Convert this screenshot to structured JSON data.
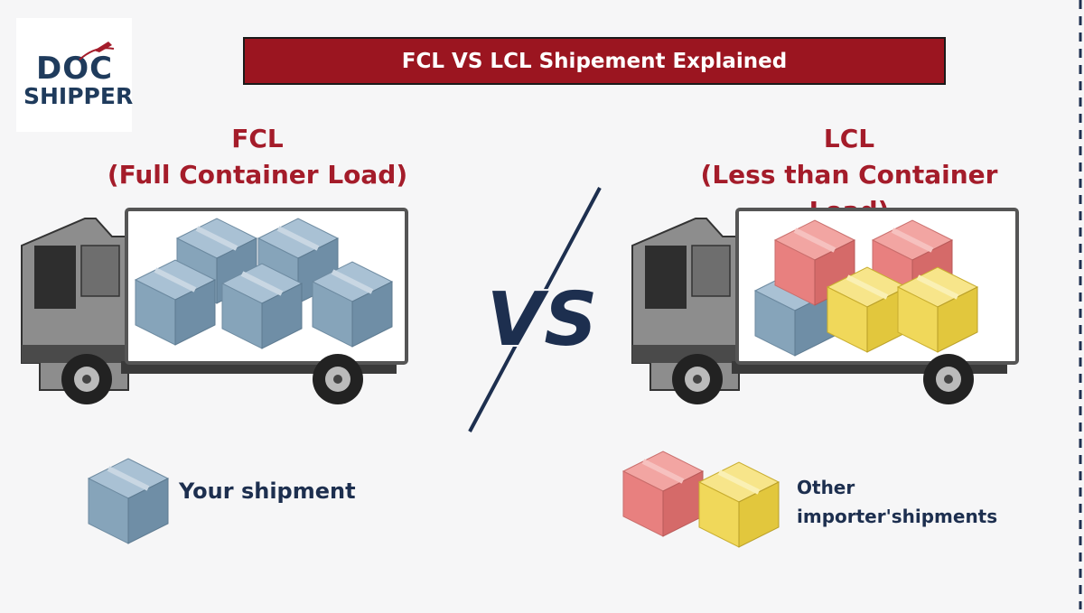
{
  "title": "FCL VS LCL Shipement Explained",
  "logo": {
    "line1": "DOC",
    "line2": "SHIPPER"
  },
  "fcl": {
    "abbr": "FCL",
    "full": "(Full Container Load)"
  },
  "lcl": {
    "abbr": "LCL",
    "full": "(Less than Container Load)"
  },
  "vs_text": "VS",
  "legend": {
    "own": "Your shipment",
    "others_line1": "Other",
    "others_line2": "importer'shipments"
  },
  "colors": {
    "title_bg": "#9b1520",
    "heading": "#a41c2a",
    "navy": "#1d2f4f",
    "box_blue": "#7f9fb6",
    "box_red": "#e8807f",
    "box_yellow": "#f0d85a"
  }
}
